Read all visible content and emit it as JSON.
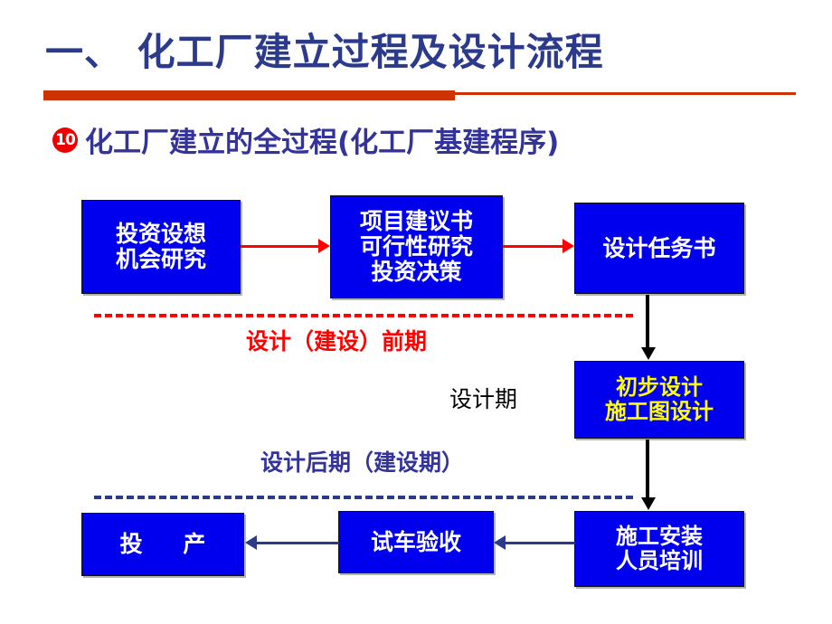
{
  "slide": {
    "title": "一、 化工厂建立过程及设计流程",
    "title_color": "#2c3a8c",
    "divider_color": "#cc3300",
    "subtitle": {
      "bullet": "10",
      "bullet_color": "#ee0000",
      "text": "化工厂建立的全过程(化工厂基建程序)",
      "text_color": "#33339a"
    }
  },
  "flowchart": {
    "node_fill": "#0000ee",
    "nodes": [
      {
        "id": "investment",
        "label": "投资设想\n机会研究",
        "text_color": "#ffffff"
      },
      {
        "id": "proposal",
        "label": "项目建议书\n可行性研究\n投资决策",
        "text_color": "#ffffff"
      },
      {
        "id": "designtask",
        "label": "设计任务书",
        "text_color": "#ffffff"
      },
      {
        "id": "prelim",
        "label": "初步设计\n施工图设计",
        "text_color": "#ffff00"
      },
      {
        "id": "construct",
        "label": "施工安装\n人员培训",
        "text_color": "#ffffff"
      },
      {
        "id": "commission",
        "label": "试车验收",
        "text_color": "#ffffff"
      },
      {
        "id": "production",
        "label": "投 产",
        "text_color": "#ffffff"
      }
    ],
    "connectors": [
      {
        "id": "investment-to-proposal",
        "color": "#ff0000",
        "direction": "right"
      },
      {
        "id": "proposal-to-designtask",
        "color": "#ff0000",
        "direction": "right"
      },
      {
        "id": "designtask-to-prelim",
        "color": "#000000",
        "direction": "down"
      },
      {
        "id": "prelim-to-construct",
        "color": "#000000",
        "direction": "down"
      },
      {
        "id": "construct-to-commission",
        "color": "#2c3a8c",
        "direction": "left"
      },
      {
        "id": "commission-to-production",
        "color": "#2c3a8c",
        "direction": "left"
      }
    ],
    "phase_labels": [
      {
        "id": "pre",
        "text": "设计（建设）前期",
        "color": "#ff0000"
      },
      {
        "id": "mid",
        "text": "设计期",
        "color": "#000000"
      },
      {
        "id": "post",
        "text": "设计后期（建设期）",
        "color": "#33339a"
      }
    ],
    "separators": [
      {
        "id": "upper",
        "color": "#ff0000",
        "style": "dashed"
      },
      {
        "id": "lower",
        "color": "#2c3a8c",
        "style": "dashed"
      }
    ]
  }
}
